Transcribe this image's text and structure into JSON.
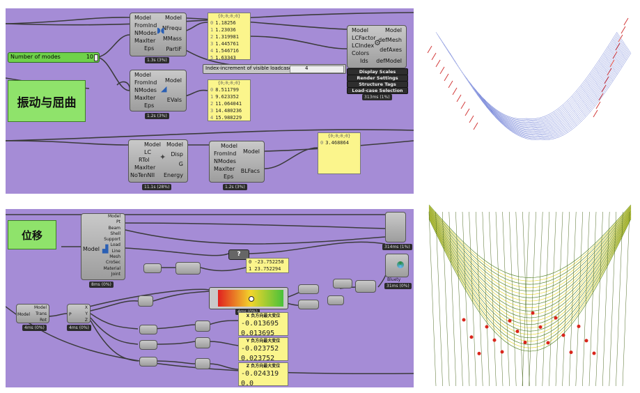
{
  "panel_top": {
    "slider": {
      "label": "Number of modes",
      "value": "10"
    },
    "title_box": "振动与屈曲",
    "modal_comp": {
      "inputs": [
        "Model",
        "FromInd",
        "NModes",
        "MaxIter",
        "Eps"
      ],
      "outputs": [
        "Model",
        "NFrequ",
        "MMass",
        "PartiF"
      ],
      "tag": "1.3s (3%)"
    },
    "modal_panel": {
      "header": "{0;0;0;0}",
      "rows": [
        [
          "0",
          "1.18256"
        ],
        [
          "1",
          "1.23036"
        ],
        [
          "2",
          "1.319981"
        ],
        [
          "3",
          "1.445761"
        ],
        [
          "4",
          "1.546716"
        ],
        [
          "5",
          "1.63343"
        ]
      ]
    },
    "eigen_comp": {
      "inputs": [
        "Model",
        "FromInd",
        "NModes",
        "MaxIter",
        "Eps"
      ],
      "outputs": [
        "Model",
        "EVals"
      ],
      "tag": "1.2s (3%)"
    },
    "eigen_panel": {
      "header": "{0;0;0;0}",
      "rows": [
        [
          "0",
          "8.511799"
        ],
        [
          "1",
          "9.623352"
        ],
        [
          "2",
          "11.064041"
        ],
        [
          "3",
          "14.480236"
        ],
        [
          "4",
          "15.988229"
        ]
      ]
    },
    "index_slider": {
      "label": "Index-increment of visible loadcase",
      "value": "4"
    },
    "view_comp": {
      "inputs": [
        "Model",
        "LCFactor",
        "LCIndex",
        "Colors",
        "Ids"
      ],
      "outputs": [
        "Model",
        "defMesh",
        "defAxes",
        "defModel"
      ],
      "buttons": [
        "Display Scales",
        "Render Settings",
        "Structure Tags",
        "Load-case Selection"
      ],
      "tag": "313ms (1%)"
    },
    "analyze_comp": {
      "inputs": [
        "Model",
        "LC",
        "RTol",
        "MaxIter",
        "NoTenNII"
      ],
      "outputs": [
        "Model",
        "Disp",
        "G",
        "Energy"
      ],
      "tag": "11.1s (28%)"
    },
    "buckling_comp": {
      "inputs": [
        "Model",
        "FromInd",
        "NModes",
        "MaxIter",
        "Eps"
      ],
      "outputs": [
        "Model",
        "BLFacs"
      ],
      "tag": "1.2s (3%)"
    },
    "buckling_panel": {
      "header": "{0;0;0;0}",
      "rows": [
        [
          "0",
          "3.468864"
        ]
      ]
    }
  },
  "panel_bottom": {
    "title_box": "位移",
    "disassemble_comp": {
      "input": "Model",
      "outputs": [
        "Model",
        "Pt",
        "Beam",
        "Shell",
        "Support",
        "Load",
        "Line",
        "Mesh",
        "CroSec",
        "Material",
        "Joint"
      ],
      "tag": "8ms (0%)"
    },
    "transform_comp": {
      "inputs": [
        "Model"
      ],
      "outputs": [
        "Model",
        "Trans",
        "Rot"
      ],
      "tag": "4ms (0%)"
    },
    "deconstruct_comp": {
      "input": "P",
      "outputs": [
        "X",
        "Y",
        "Z"
      ],
      "tag": "4ms (0%)"
    },
    "question_node": "?",
    "range_panel": {
      "rows": [
        "0 -23.752258",
        "1 23.752294"
      ]
    },
    "gradient_tag": "4ms (0%)",
    "x_panel": {
      "title": "X 负方向最大变位",
      "rows": [
        "-0.013695",
        "0.013695"
      ]
    },
    "y_panel": {
      "title": "Y 负方向最大变位",
      "rows": [
        "-0.023752",
        "0.023752"
      ]
    },
    "z_panel": {
      "title": "Z 负方向最大变位",
      "rows": [
        "-0.024319",
        "0.0"
      ]
    },
    "bluety_label": "Bluety",
    "tag_right": "314ms (1%)",
    "tag_right2": "31ms (0%)"
  },
  "colors": {
    "canvas": "#a58cd6",
    "panel": "#fbf58c",
    "label": "#8fe36b",
    "wire": "#3b3b3b"
  }
}
